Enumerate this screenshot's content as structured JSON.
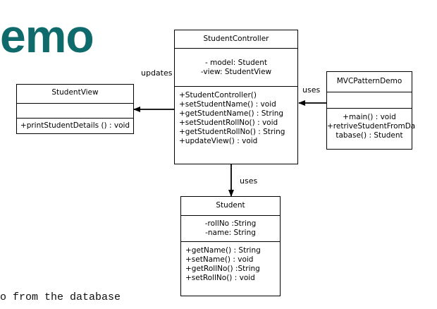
{
  "heading": "emo",
  "footer_text": "o from the database",
  "classes": {
    "controller": {
      "name": "StudentController",
      "attributes": [
        "- model: Student",
        "-view: StudentView"
      ],
      "methods": [
        "+StudentController()",
        "+setStudentName() : void",
        "+getStudentName() : String",
        "+setStudentRollNo() : void",
        "+getStudentRollNo() : String",
        "+updateView() : void"
      ]
    },
    "view": {
      "name": "StudentView",
      "attributes": [],
      "methods": [
        "+printStudentDetails () : void"
      ]
    },
    "demo": {
      "name": "MVCPatternDemo",
      "attributes": [],
      "methods": [
        "+main() : void",
        "+retriveStudentFromDa",
        "tabase() : Student"
      ]
    },
    "student": {
      "name": "Student",
      "attributes": [
        "-rollNo :String",
        "-name: String"
      ],
      "methods": [
        "+getName() : String",
        "+setName() : void",
        "+getRollNo() :String",
        "+setRollNo() : void"
      ]
    }
  },
  "relations": {
    "updates": "updates",
    "uses_demo": "uses",
    "uses_student": "uses"
  }
}
